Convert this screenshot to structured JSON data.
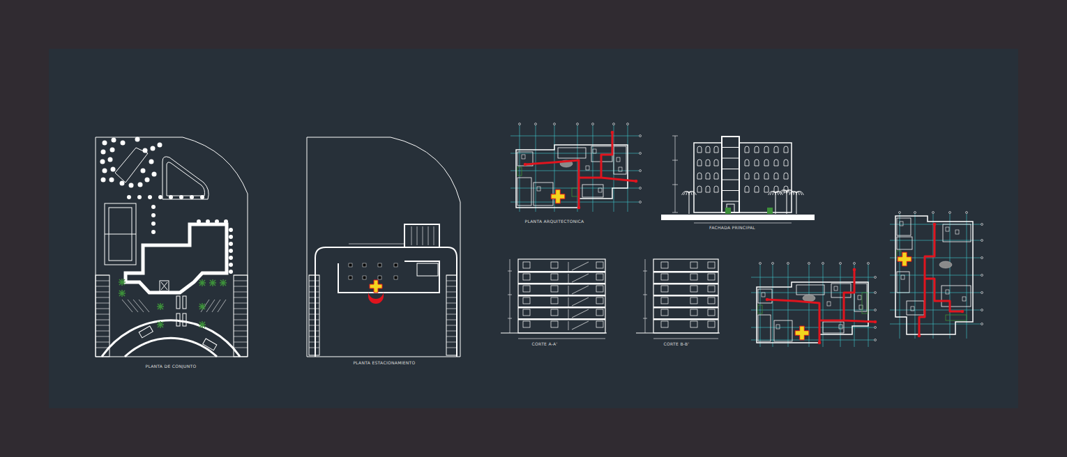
{
  "diagram": {
    "labels": [
      "PLANTA DE CONJUNTO",
      "PLANTA ESTACIONAMIENTO",
      "PLANTA ARQUITECTONICA",
      "FACHADA PRINCIPAL",
      "CORTE A-A'",
      "CORTE B-B'"
    ]
  }
}
